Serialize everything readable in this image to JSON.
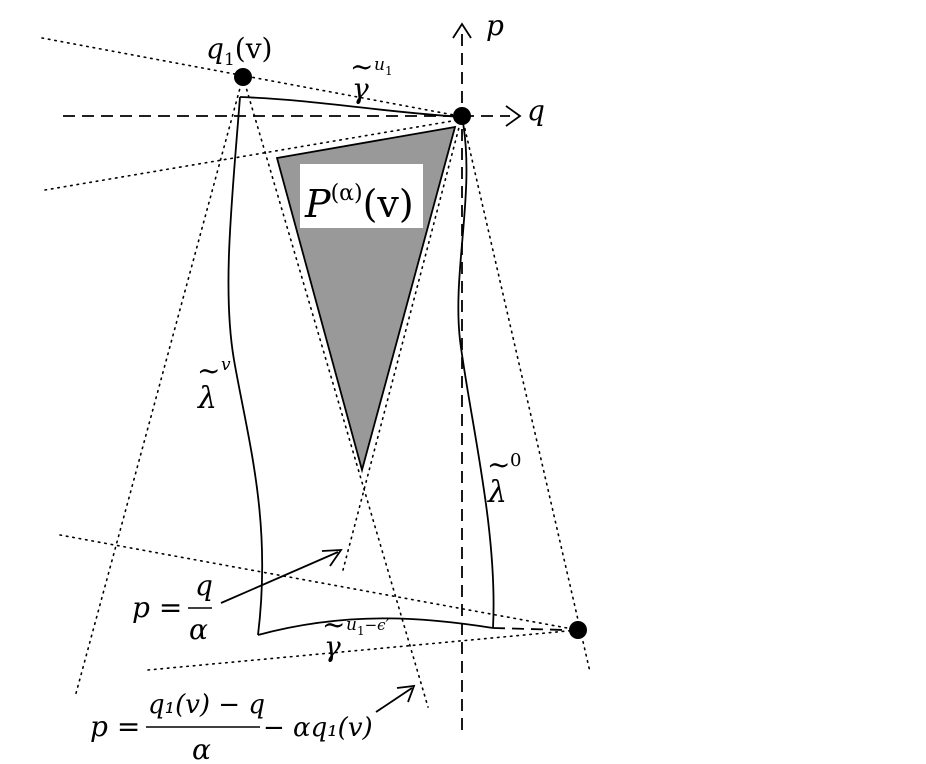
{
  "colors": {
    "ink": "#000000",
    "region_fill": "#999999",
    "background": "#ffffff"
  },
  "axes": {
    "p": "p",
    "q": "q"
  },
  "labels": {
    "q1v": {
      "main": "q",
      "sub": "1",
      "arg": "(v)"
    },
    "gamma_u1": {
      "base": "γ",
      "tilde": "~",
      "sup": "u",
      "sup_sub": "1"
    },
    "region": {
      "main": "P",
      "sup": "(α)",
      "arg": "(v)"
    },
    "lambda_v": {
      "base": "λ",
      "tilde": "~",
      "sup": "v"
    },
    "lambda_0": {
      "base": "λ",
      "tilde": "~",
      "sup": "0"
    },
    "gamma_u1_eps": {
      "base": "γ",
      "tilde": "~",
      "sup": "u",
      "sup_sub": "1",
      "sup_rest": "−ϵ′"
    }
  },
  "equations": {
    "eq1": {
      "lhs": "p =",
      "num": "q",
      "den": "α"
    },
    "eq2": {
      "lhs": "p =",
      "num": "q₁(v) − q",
      "den": "α",
      "rest": "− αq₁(v)"
    }
  }
}
